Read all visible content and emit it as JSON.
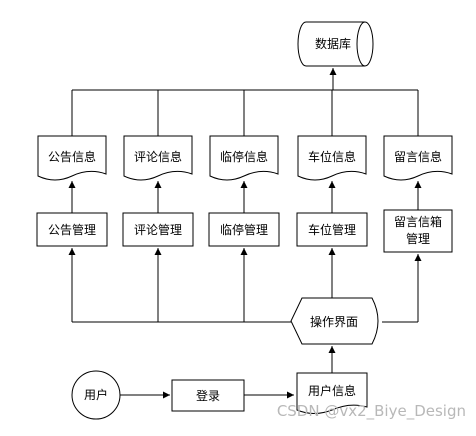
{
  "database": "数据库",
  "docs": [
    {
      "label": "公告信息"
    },
    {
      "label": "评论信息"
    },
    {
      "label": "临停信息"
    },
    {
      "label": "车位信息"
    },
    {
      "label": "留言信息"
    }
  ],
  "manage": [
    {
      "label": "公告管理"
    },
    {
      "label": "评论管理"
    },
    {
      "label": "临停管理"
    },
    {
      "label": "车位管理"
    },
    {
      "label_line1": "留言信箱",
      "label_line2": "管理"
    }
  ],
  "interface": "操作界面",
  "user": "用户",
  "login": "登录",
  "user_info": "用户信息",
  "watermark": "CSDN @vx2_Biye_Design"
}
